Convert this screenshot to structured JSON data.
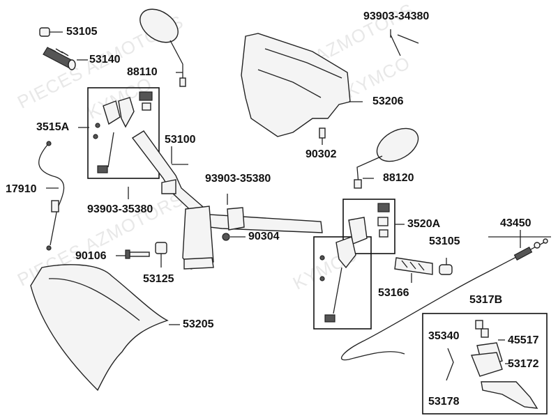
{
  "watermarks": [
    "PIECES AZMOTORS",
    "KYMCO",
    "PIECES AZMOTORS",
    "KYMCO",
    "PIECES AZMOTORS",
    "KYMCO"
  ],
  "labels": {
    "p53105a": "53105",
    "p53140": "53140",
    "p88110": "88110",
    "p3515a": "3515A",
    "p53100": "53100",
    "p17910": "17910",
    "p93903_35380a": "93903-35380",
    "p93903_35380b": "93903-35380",
    "p90106": "90106",
    "p53125": "53125",
    "p90304": "90304",
    "p53205": "53205",
    "p93903_34380": "93903-34380",
    "p53206": "53206",
    "p90302": "90302",
    "p88120": "88120",
    "p3520a": "3520A",
    "p53105b": "53105",
    "p53166": "53166",
    "p43450": "43450",
    "p5317b": "5317B",
    "p35340": "35340",
    "p45517": "45517",
    "p53172": "53172",
    "p53178": "53178"
  }
}
